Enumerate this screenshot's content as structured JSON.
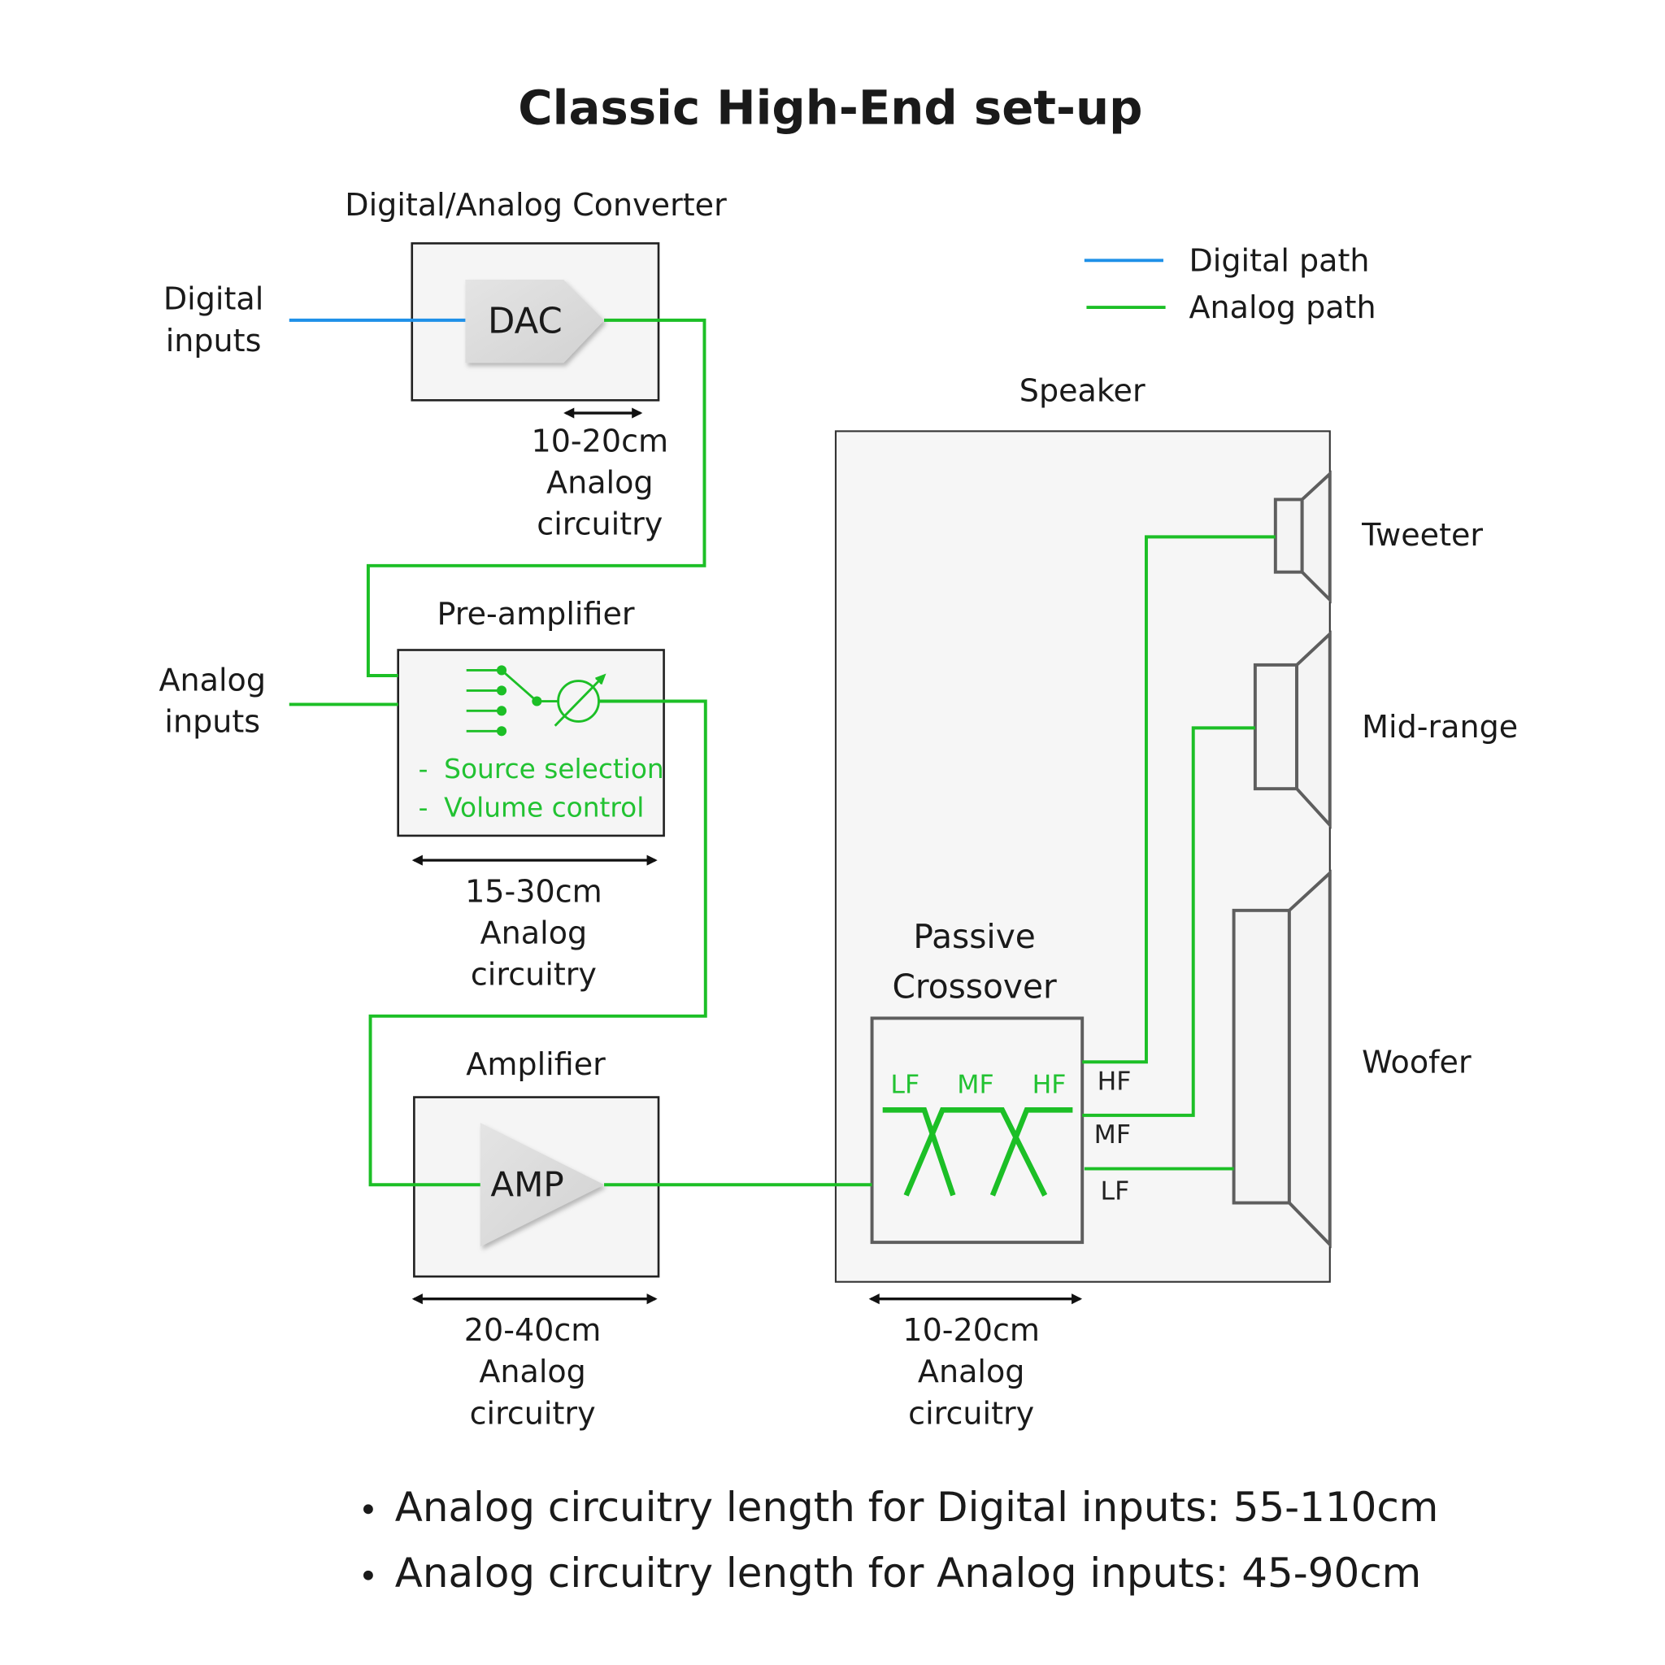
{
  "title": "Classic High-End set-up",
  "legend": {
    "items": [
      {
        "label": "Digital path",
        "color": "#1e90e8"
      },
      {
        "label": "Analog path",
        "color": "#1cbf26"
      }
    ]
  },
  "inputs": {
    "digital": [
      "Digital",
      "inputs"
    ],
    "analog": [
      "Analog",
      "inputs"
    ]
  },
  "dac": {
    "heading": "Digital/Analog Converter",
    "symbol_label": "DAC",
    "dimension": [
      "10-20cm",
      "Analog",
      "circuitry"
    ]
  },
  "preamp": {
    "heading": "Pre-amplifier",
    "features": [
      "Source selection",
      "Volume control"
    ],
    "dimension": [
      "15-30cm",
      "Analog",
      "circuitry"
    ]
  },
  "amp": {
    "heading": "Amplifier",
    "symbol_label": "AMP",
    "dimension": [
      "20-40cm",
      "Analog",
      "circuitry"
    ]
  },
  "speaker": {
    "heading": "Speaker",
    "crossover": {
      "heading": [
        "Passive",
        "Crossover"
      ],
      "bands_inside": [
        "LF",
        "MF",
        "HF"
      ],
      "outputs": [
        "HF",
        "MF",
        "LF"
      ],
      "dimension": [
        "10-20cm",
        "Analog",
        "circuitry"
      ]
    },
    "drivers": [
      "Tweeter",
      "Mid-range",
      "Woofer"
    ]
  },
  "notes": [
    "Analog circuitry length for Digital inputs: 55-110cm",
    "Analog circuitry length for Analog inputs: 45-90cm"
  ],
  "colors": {
    "digital": "#1e90e8",
    "analog": "#1cbf26",
    "box_fill": "#f5f5f5"
  }
}
